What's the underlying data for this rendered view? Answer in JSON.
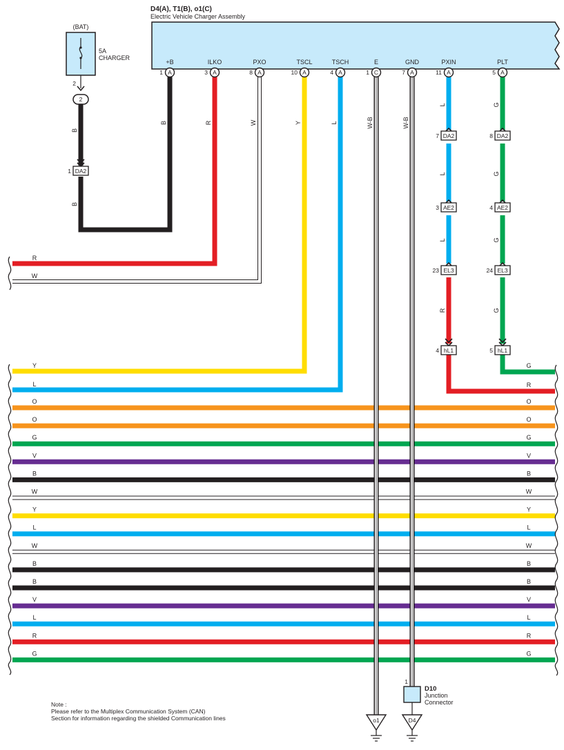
{
  "title": "D4(A), T1(B), o1(C)",
  "subtitle": "Electric Vehicle Charger Assembly",
  "fuse": {
    "source": "(BAT)",
    "rating": "5A",
    "name": "CHARGER",
    "pin_out": "2",
    "junction": "2"
  },
  "terminals": [
    {
      "name": "+B",
      "pin": "1",
      "conn": "A",
      "color": "B"
    },
    {
      "name": "ILKO",
      "pin": "3",
      "conn": "A",
      "color": "R"
    },
    {
      "name": "PXO",
      "pin": "8",
      "conn": "A",
      "color": "W"
    },
    {
      "name": "TSCL",
      "pin": "10",
      "conn": "A",
      "color": "Y"
    },
    {
      "name": "TSCH",
      "pin": "4",
      "conn": "A",
      "color": "L"
    },
    {
      "name": "E",
      "pin": "1",
      "conn": "C",
      "color": "W-B"
    },
    {
      "name": "GND",
      "pin": "7",
      "conn": "A",
      "color": "W-B"
    },
    {
      "name": "PXIN",
      "pin": "11",
      "conn": "A",
      "color": ""
    },
    {
      "name": "PLT",
      "pin": "5",
      "conn": "A",
      "color": ""
    }
  ],
  "bat_wire": {
    "upper_color": "B",
    "lower_color": "B",
    "connector": {
      "pin": "1",
      "name": "DA2"
    }
  },
  "pxin_chain": {
    "connectors": [
      {
        "pin": "7",
        "name": "DA2"
      },
      {
        "pin": "3",
        "name": "AE2"
      },
      {
        "pin": "23",
        "name": "EL3"
      },
      {
        "pin": "4",
        "name": "hL1"
      }
    ],
    "segment_colors": [
      "L",
      "L",
      "L",
      "R"
    ]
  },
  "plt_chain": {
    "connectors": [
      {
        "pin": "8",
        "name": "DA2"
      },
      {
        "pin": "4",
        "name": "AE2"
      },
      {
        "pin": "24",
        "name": "EL3"
      },
      {
        "pin": "5",
        "name": "hL1"
      }
    ],
    "segment_colors": [
      "G",
      "G",
      "G",
      "G"
    ]
  },
  "harness_left": [
    {
      "label": "R",
      "color": "#e31e24"
    },
    {
      "label": "W",
      "color": "#ffffff"
    }
  ],
  "harness": [
    {
      "label": "Y",
      "color": "#ffdd00"
    },
    {
      "label": "L",
      "color": "#00aeef"
    },
    {
      "label": "O",
      "color": "#f7941d"
    },
    {
      "label": "O",
      "color": "#f7941d"
    },
    {
      "label": "G",
      "color": "#00a651"
    },
    {
      "label": "V",
      "color": "#662d91"
    },
    {
      "label": "B",
      "color": "#231f20"
    },
    {
      "label": "W",
      "color": "#ffffff"
    },
    {
      "label": "Y",
      "color": "#ffdd00"
    },
    {
      "label": "L",
      "color": "#00aeef"
    },
    {
      "label": "W",
      "color": "#ffffff"
    },
    {
      "label": "B",
      "color": "#231f20"
    },
    {
      "label": "B",
      "color": "#231f20"
    },
    {
      "label": "V",
      "color": "#662d91"
    },
    {
      "label": "L",
      "color": "#00aeef"
    },
    {
      "label": "R",
      "color": "#e31e24"
    },
    {
      "label": "G",
      "color": "#00a651"
    }
  ],
  "right_ends": [
    {
      "label": "G",
      "color": "#00a651"
    },
    {
      "label": "R",
      "color": "#e31e24"
    }
  ],
  "junction": {
    "name": "D10",
    "line1": "Junction",
    "line2": "Connector",
    "pin": "1"
  },
  "grounds": [
    {
      "label": "o1"
    },
    {
      "label": "D4"
    }
  ],
  "note": {
    "heading": "Note :",
    "line1": "Please refer to the Multiplex Communication System (CAN)",
    "line2": "Section for information regarding the shielded Communication lines"
  },
  "colors": {
    "B": "#231f20",
    "R": "#e31e24",
    "W": "#ffffff",
    "Y": "#ffdd00",
    "L": "#00aeef",
    "G": "#00a651",
    "O": "#f7941d",
    "V": "#662d91",
    "box_fill": "#c7eafb"
  }
}
